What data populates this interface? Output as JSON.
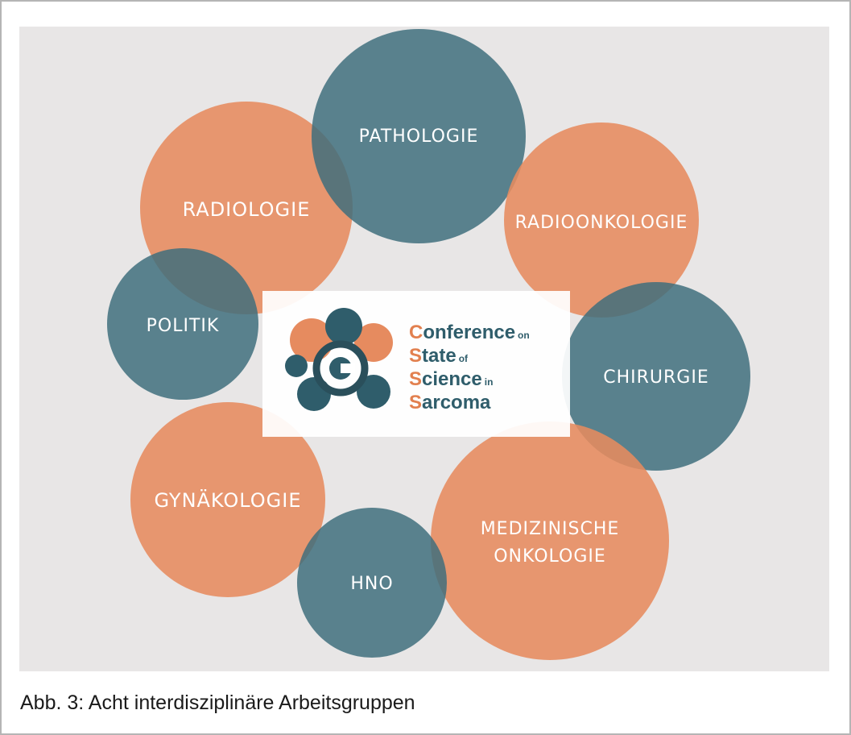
{
  "groups": [
    {
      "label": "PATHOLOGIE",
      "color": "teal"
    },
    {
      "label": "RADIOLOGIE",
      "color": "orange"
    },
    {
      "label": "RADIOONKOLOGIE",
      "color": "orange"
    },
    {
      "label": "POLITIK",
      "color": "teal"
    },
    {
      "label": "CHIRURGIE",
      "color": "teal"
    },
    {
      "label": "GYNÄKOLOGIE",
      "color": "orange"
    },
    {
      "label": "HNO",
      "color": "teal"
    },
    {
      "label": "MEDIZINISCHE",
      "label2": "ONKOLOGIE",
      "color": "orange"
    }
  ],
  "logo": {
    "line1": {
      "initial": "C",
      "rest": "onference",
      "small": "on"
    },
    "line2": {
      "initial": "S",
      "rest": "tate",
      "small": "of"
    },
    "line3": {
      "initial": "S",
      "rest": "cience",
      "small": "in"
    },
    "line4": {
      "initial": "S",
      "rest": "arcoma"
    }
  },
  "caption": "Abb. 3: Acht interdisziplinäre Arbeitsgruppen",
  "colors": {
    "teal": "#3f6f7c",
    "orange": "#e68b5f",
    "panel": "#e8e6e6"
  }
}
